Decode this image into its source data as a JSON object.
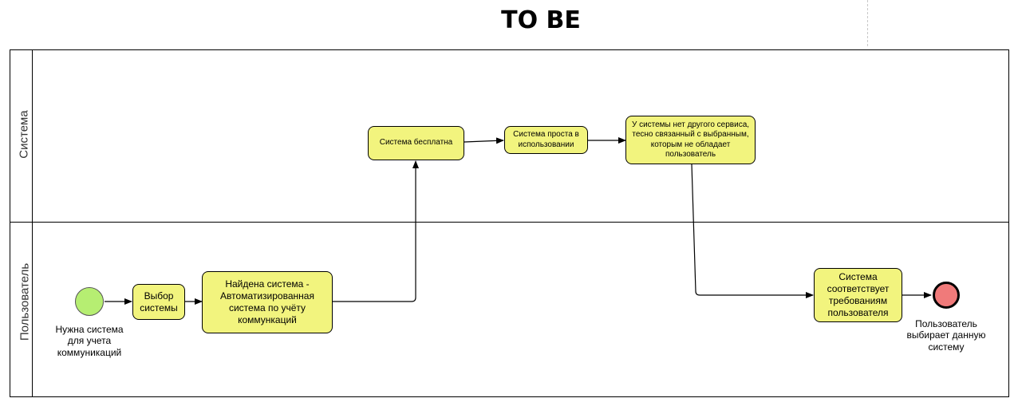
{
  "title": "TO BE",
  "lanes": {
    "system": "Система",
    "user": "Пользователь"
  },
  "events": {
    "start_label": "Нужна система для учета коммуникаций",
    "end_label": "Пользователь выбирает данную систему"
  },
  "tasks": {
    "select_system": "Выбор системы",
    "found_system": "Найдена система - Автоматизированная система по учёту коммункаций",
    "system_free": "Система бесплатна",
    "system_simple": "Система проста в использовании",
    "no_other_service": "У системы нет другого сервиса, тесно связанный с выбранным, которым не обладает пользователь",
    "meets_requirements": "Система соответствует требованиям пользователя"
  },
  "colors": {
    "task_fill": "#f2f47e",
    "start_fill": "#b6ee72",
    "end_fill": "#f07a7a"
  }
}
